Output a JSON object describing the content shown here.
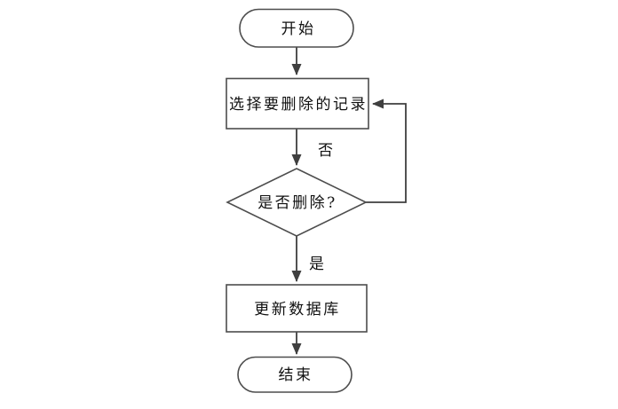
{
  "diagram": {
    "type": "flowchart",
    "nodes": {
      "start": {
        "label": "开始",
        "shape": "terminator"
      },
      "select_record": {
        "label": "选择要删除的记录",
        "shape": "process"
      },
      "confirm_delete": {
        "label": "是否删除?",
        "shape": "decision"
      },
      "update_database": {
        "label": "更新数据库",
        "shape": "process"
      },
      "end": {
        "label": "结束",
        "shape": "terminator"
      }
    },
    "edge_labels": {
      "no": "否",
      "yes": "是"
    },
    "flow": [
      "start -> select_record",
      "select_record -> confirm_delete",
      "confirm_delete -no-> select_record (loop back right side)",
      "confirm_delete -yes-> update_database",
      "update_database -> end"
    ],
    "colors": {
      "background": "#ffffff",
      "node_fill": "#ffffff",
      "node_border": "#4d4d4d",
      "edge_line": "#3f3f3f",
      "text": "#111111"
    }
  }
}
